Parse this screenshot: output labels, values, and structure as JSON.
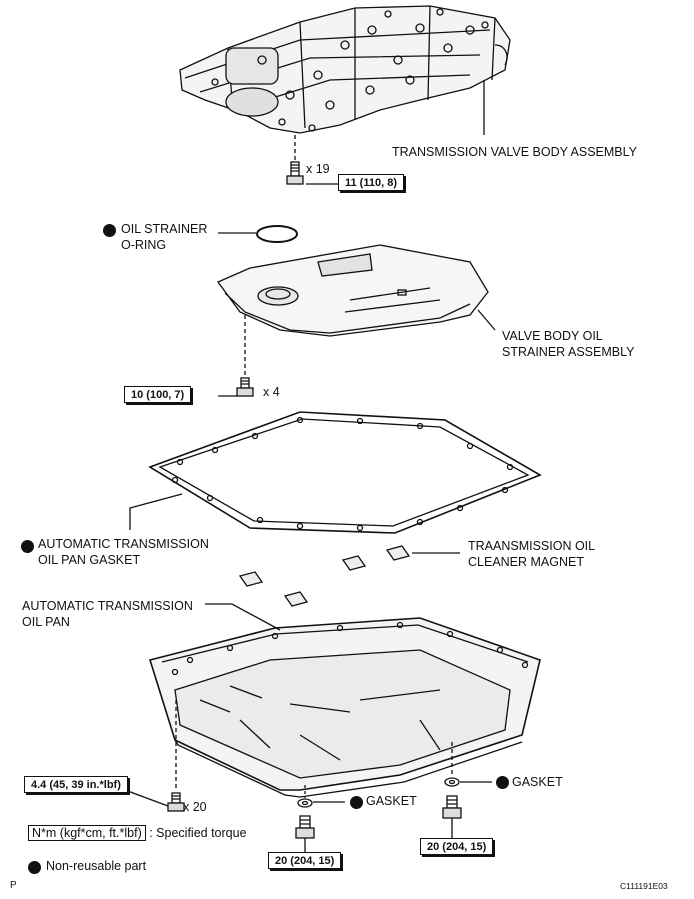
{
  "labels": {
    "valve_body": "TRANSMISSION VALVE BODY ASSEMBLY",
    "o_ring_line1": "OIL STRAINER",
    "o_ring_line2": "O-RING",
    "strainer_line1": "VALVE BODY OIL",
    "strainer_line2": "STRAINER ASSEMBLY",
    "pan_gasket_line1": "AUTOMATIC TRANSMISSION",
    "pan_gasket_line2": "OIL PAN GASKET",
    "magnet_line1": "TRAANSMISSION OIL",
    "magnet_line2": "CLEANER MAGNET",
    "oil_pan_line1": "AUTOMATIC TRANSMISSION",
    "oil_pan_line2": "OIL PAN",
    "gasket": "GASKET"
  },
  "quantities": {
    "valve_bolts": "x 19",
    "strainer_bolts": "x 4",
    "pan_bolts": "x 20"
  },
  "torques": {
    "valve_bolts": "11 (110, 8)",
    "strainer_bolts": "10 (100, 7)",
    "pan_bolts": "4.4 (45, 39 in.*lbf)",
    "drain_plug": "20 (204, 15)"
  },
  "legend": {
    "torque_format": "N*m (kgf*cm, ft.*lbf)",
    "torque_text": ": Specified torque",
    "non_reusable": "Non-reusable part"
  },
  "footer": {
    "corner_mark": "P",
    "figure_code": "C111191E03"
  },
  "colors": {
    "line": "#111111",
    "background": "#ffffff"
  }
}
